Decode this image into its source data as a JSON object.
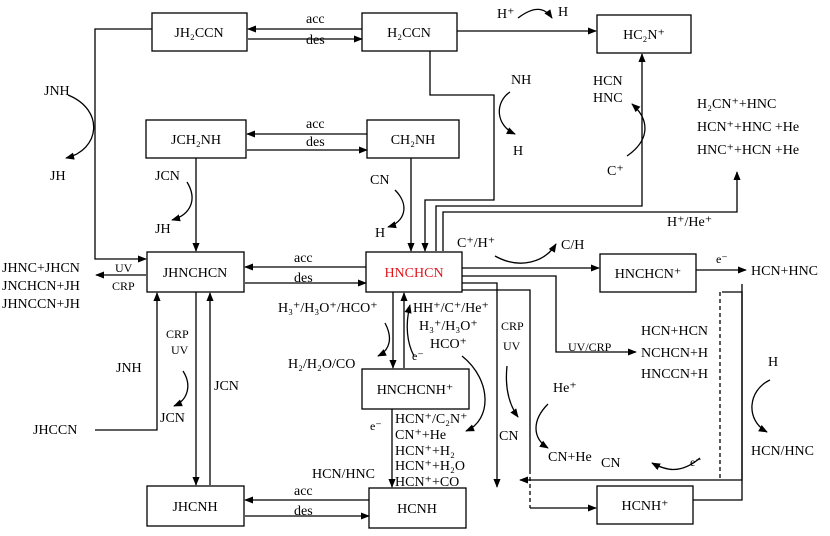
{
  "nodes": {
    "jh2ccn": "JH₂CCN",
    "h2ccn": "H₂CCN",
    "hc2n_plus": "HC₂N⁺",
    "jch2nh": "JCH₂NH",
    "ch2nh": "CH₂NH",
    "jhnchcn": "JHNCHCN",
    "hnchcn": "HNCHCN",
    "hnchcn_plus": "HNCHCN⁺",
    "hnchcnh_plus": "HNCHCNH⁺",
    "jhcnh": "JHCNH",
    "hcnh": "HCNH",
    "hcnh_plus": "HCNH⁺"
  },
  "labels": {
    "acc": "acc",
    "des": "des",
    "h_plus_top": "H⁺",
    "h_top": "H",
    "jnh_top": "JNH",
    "jh_top": "JH",
    "nh": "NH",
    "h_nh": "H",
    "hcn_small": "HCN",
    "hnc_small": "HNC",
    "c_plus": "C⁺",
    "prod_1": "H₂CN⁺+HNC",
    "prod_2": "HCN⁺+HNC +He",
    "prod_3": "HNC⁺+HCN +He",
    "jcn_mid": "JCN",
    "jh_mid": "JH",
    "cn_mid": "CN",
    "h_cn": "H",
    "h_plus_he_plus": "H⁺/He⁺",
    "c_plus_h_plus": "C⁺/H⁺",
    "c_h": "C/H",
    "left_prod_1": "JHNC+JHCN",
    "left_prod_2": "JNCHCN+JH",
    "left_prod_3": "JHNCCN+JH",
    "uv": "UV",
    "crp": "CRP",
    "e_minus": "e⁻",
    "hcn_hnc_right": "HCN+HNC",
    "h3_h3o_hco_left": "H₃⁺/H₃O⁺/HCO⁺",
    "h2_h2o_co": "H₂/H₂O/CO",
    "hh_c_he": "HH⁺/C⁺/He⁺",
    "h3_h3o": "H₃⁺/H₃O⁺",
    "hco_plus": "HCO⁺",
    "crp_mid": "CRP",
    "uv_mid": "UV",
    "cn_crp": "CN",
    "uv_crp": "UV/CRP",
    "mid_prod_1": "HCN+HCN",
    "mid_prod_2": "NCHCN+H",
    "mid_prod_3": "HNCCN+H",
    "jnh_left": "JNH",
    "crp_left": "CRP",
    "uv_left": "UV",
    "jcn_left": "JCN",
    "jcn_vert": "JCN",
    "jhccn": "JHCCN",
    "he_plus": "He⁺",
    "cn_he": "CN+He",
    "cn_right": "CN",
    "e_right": "e⁻",
    "h_right": "H",
    "hcn_hnc_lower": "HCN/HNC",
    "hcn_c2n": "HCN⁺/C₂N⁺",
    "cn_he_plus": "CN⁺+He",
    "hcn_h2": "HCN⁺+H₂",
    "hcn_h2o": "HCN⁺+H₂O",
    "hcn_co": "HCN⁺+CO",
    "hcn_hnc_mid": "HCN/HNC",
    "e_minus_mid": "e⁻",
    "e_minus_up": "e⁻"
  }
}
